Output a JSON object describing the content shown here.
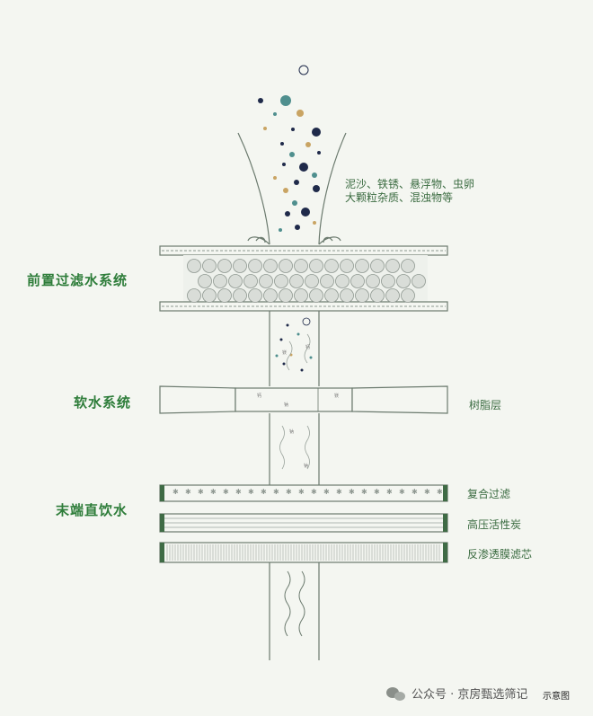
{
  "stages": {
    "pre_filter": "前置过滤水系统",
    "softener": "软水系统",
    "drinking": "末端直饮水"
  },
  "notes": {
    "impurities_line1": "泥沙、铁锈、悬浮物、虫卵",
    "impurities_line2": "大颗粒杂质、混浊物等",
    "resin": "树脂层",
    "composite": "复合过滤",
    "carbon": "高压活性炭",
    "ro": "反渗透膜滤芯"
  },
  "ions": {
    "ca": "钙",
    "mg": "镁",
    "na": "钠"
  },
  "footer": {
    "text": "公众号 · 京房甄选筛记",
    "caption": "示意图"
  },
  "colors": {
    "green": "#2e7d3a",
    "navy": "#1f2a4a",
    "teal": "#4f8f8e",
    "gold": "#c9a463",
    "line": "#6b7a6e"
  }
}
